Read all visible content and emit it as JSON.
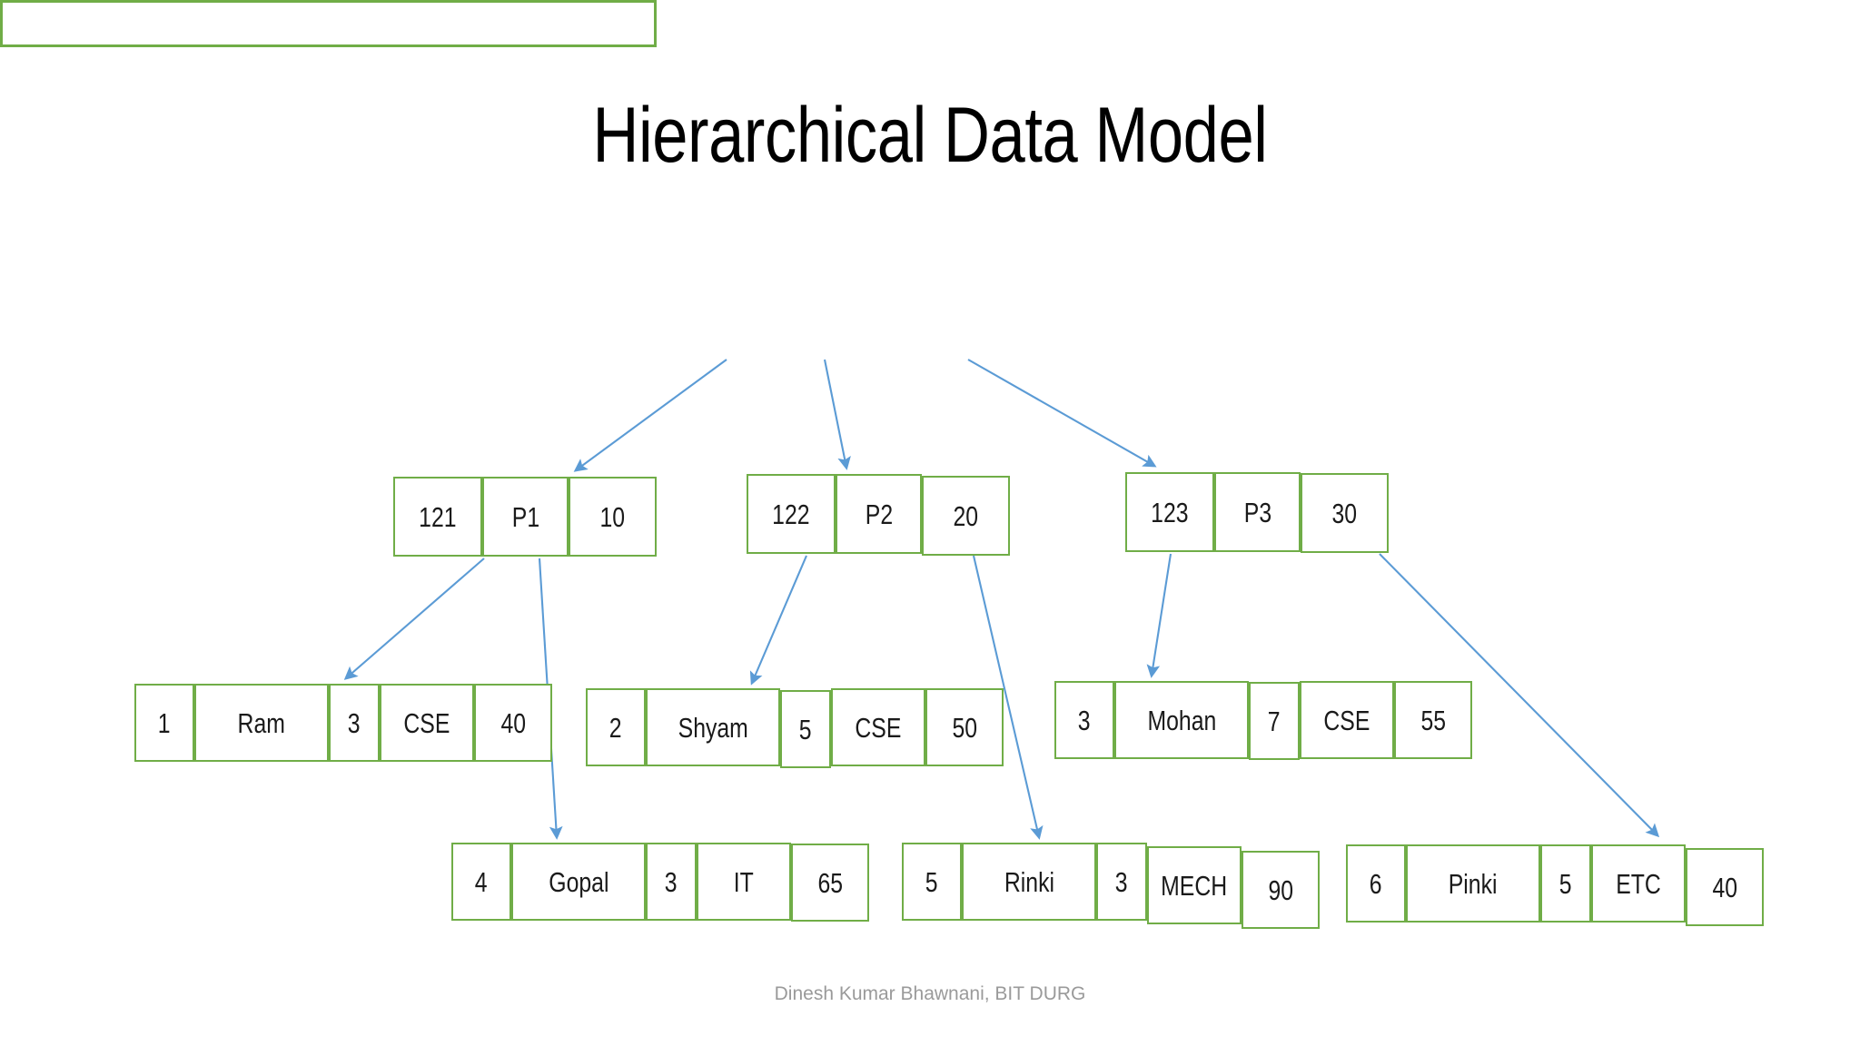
{
  "slide": {
    "title": "Hierarchical Data Model",
    "footer": "Dinesh Kumar Bhawnani, BIT DURG",
    "colors": {
      "box_border": "#70AD47",
      "arrow": "#5B9BD5",
      "title_text": "#000000",
      "footer_text": "#9A9A9A",
      "background": "#FFFFFF"
    }
  },
  "diagram": {
    "root": {
      "label": ""
    },
    "parents": [
      {
        "id": "p1",
        "key": "121",
        "name": "P1",
        "value": "10"
      },
      {
        "id": "p2",
        "key": "122",
        "name": "P2",
        "value": "20"
      },
      {
        "id": "p3",
        "key": "123",
        "name": "P3",
        "value": "30"
      }
    ],
    "children": [
      {
        "id": "ram",
        "no": "1",
        "name": "Ram",
        "num": "3",
        "dept": "CSE",
        "marks": "40",
        "parent": "p1"
      },
      {
        "id": "gopal",
        "no": "4",
        "name": "Gopal",
        "num": "3",
        "dept": "IT",
        "marks": "65",
        "parent": "p1"
      },
      {
        "id": "shyam",
        "no": "2",
        "name": "Shyam",
        "num": "5",
        "dept": "CSE",
        "marks": "50",
        "parent": "p2"
      },
      {
        "id": "rinki",
        "no": "5",
        "name": "Rinki",
        "num": "3",
        "dept": "MECH",
        "marks": "90",
        "parent": "p2"
      },
      {
        "id": "mohan",
        "no": "3",
        "name": "Mohan",
        "num": "7",
        "dept": "CSE",
        "marks": "55",
        "parent": "p3"
      },
      {
        "id": "pinki",
        "no": "6",
        "name": "Pinki",
        "num": "5",
        "dept": "ETC",
        "marks": "40",
        "parent": "p3"
      }
    ],
    "connectors": [
      {
        "from": "root",
        "to": "p1"
      },
      {
        "from": "root",
        "to": "p2"
      },
      {
        "from": "root",
        "to": "p3"
      },
      {
        "from": "p1",
        "to": "ram"
      },
      {
        "from": "p1",
        "to": "gopal"
      },
      {
        "from": "p2",
        "to": "shyam"
      },
      {
        "from": "p2",
        "to": "rinki"
      },
      {
        "from": "p3",
        "to": "mohan"
      },
      {
        "from": "p3",
        "to": "pinki"
      }
    ]
  }
}
